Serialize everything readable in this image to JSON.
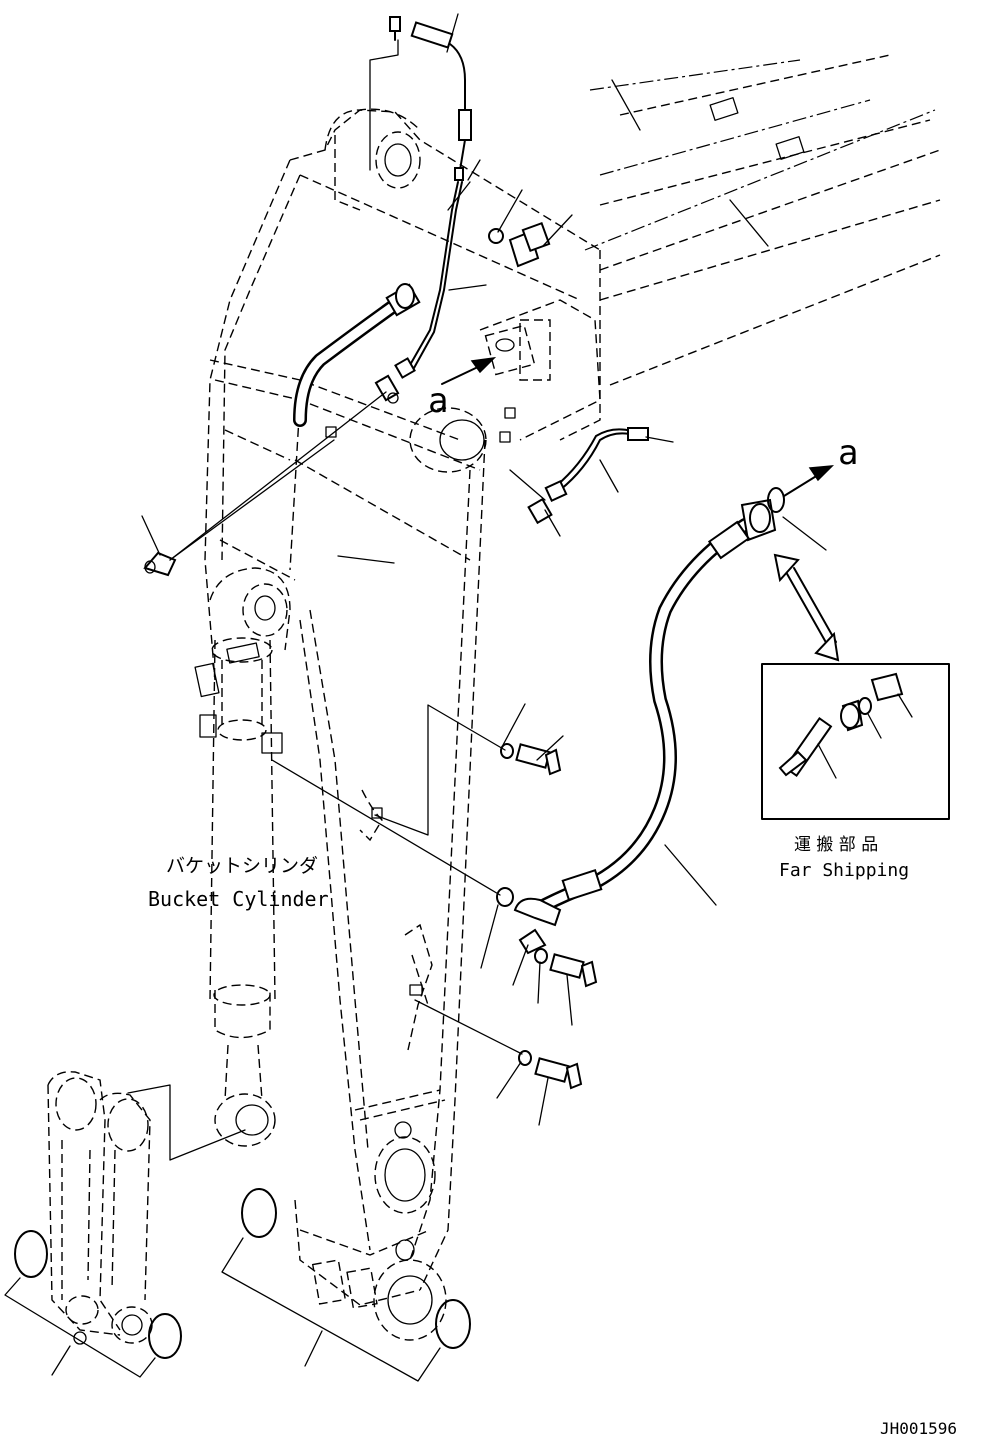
{
  "labels": {
    "bucket_cylinder_jp": "バケットシリンダ",
    "bucket_cylinder_en": "Bucket Cylinder",
    "shipping_jp": "運 搬 部 品",
    "shipping_en": "Far Shipping",
    "view_ref_left": "a",
    "view_ref_right": "a",
    "drawing_number": "JH001596"
  }
}
